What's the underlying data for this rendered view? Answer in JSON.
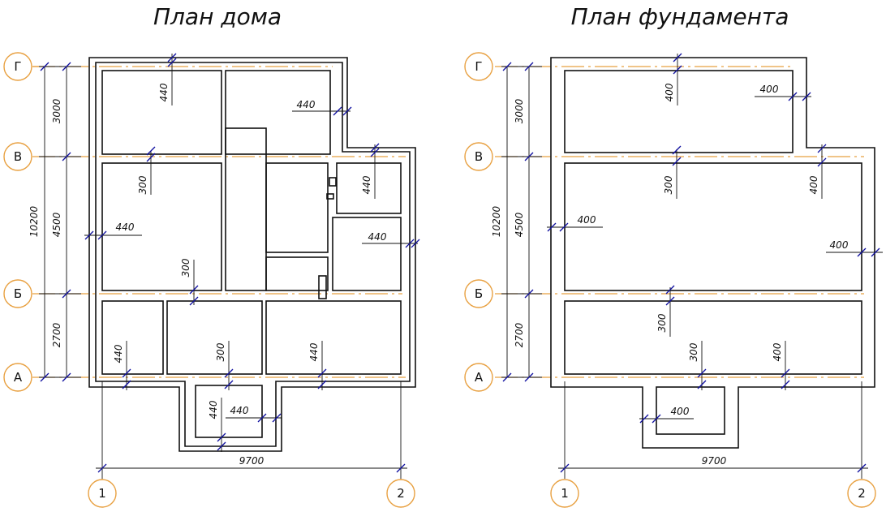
{
  "titles": {
    "house": "План дома",
    "foundation": "План фундамента"
  },
  "colors": {
    "axis_line": "#e8a040",
    "bubble_stroke": "#e8a040",
    "wall": "#111111",
    "dim_tick": "#1010a0"
  },
  "axes": {
    "rows": [
      "Г",
      "В",
      "Б",
      "А"
    ],
    "cols": [
      "1",
      "2"
    ]
  },
  "house": {
    "dims": {
      "total_height": "10200",
      "span_g_v": "3000",
      "span_v_b": "4500",
      "span_b_a": "2700",
      "total_width": "9700",
      "wall_top": "440",
      "wall_top_right": "440",
      "wall_v_left": "300",
      "wall_right_step": "440",
      "wall_left": "440",
      "wall_right_mid": "440",
      "wall_b_mid": "300",
      "wall_a_left": "440",
      "wall_a_mid": "300",
      "wall_a_right": "440",
      "porch_left": "440",
      "porch_right": "440"
    }
  },
  "foundation": {
    "dims": {
      "total_height": "10200",
      "span_g_v": "3000",
      "span_v_b": "4500",
      "span_b_a": "2700",
      "total_width": "9700",
      "wall_top": "400",
      "wall_top_right": "400",
      "wall_v_mid": "300",
      "wall_v_right": "400",
      "wall_left": "400",
      "wall_right": "400",
      "wall_b_mid": "300",
      "wall_a_mid": "300",
      "wall_a_right": "400",
      "porch": "400"
    }
  }
}
